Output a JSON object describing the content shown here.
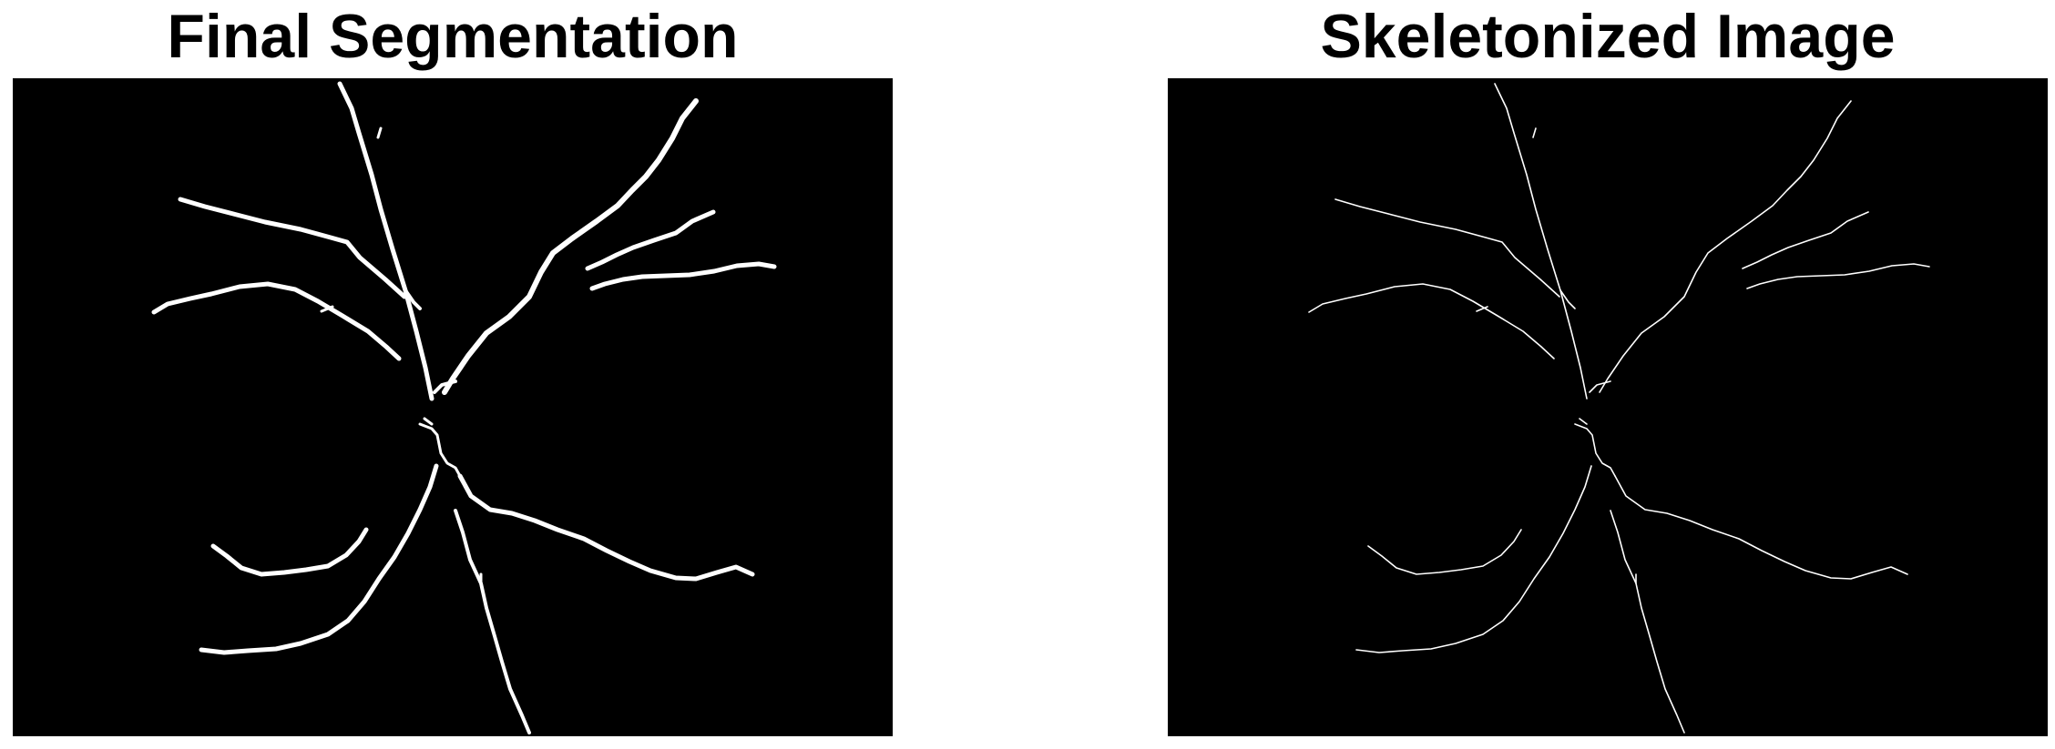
{
  "panels": [
    {
      "title": "Final Segmentation",
      "image": "retinal-vessel-segmentation-mask"
    },
    {
      "title": "Skeletonized Image",
      "image": "retinal-vessel-skeleton"
    }
  ],
  "colors": {
    "background": "#ffffff",
    "image_background": "#000000",
    "vessel": "#ffffff",
    "title_text": "#000000"
  }
}
